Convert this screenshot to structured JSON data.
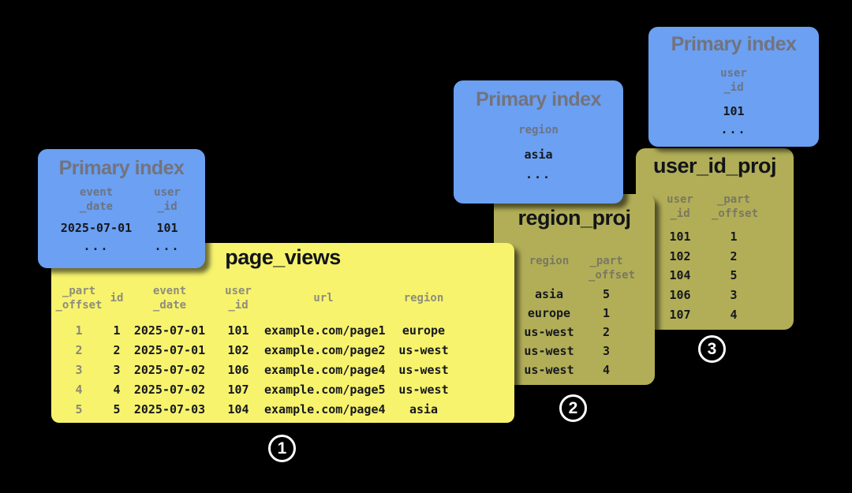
{
  "palette": {
    "background": "#000000",
    "primary_index_blue": "#6ba0f2",
    "base_table_yellow": "#f7f36d",
    "projection_olive": "#b2ae57",
    "muted_title_gray": "#73737d",
    "data_text": "#16181d",
    "badge_white": "#ffffff"
  },
  "pk_left": {
    "title": "Primary index",
    "columns": [
      {
        "header": "event\n_date",
        "value": "2025-07-01",
        "ellipsis": "..."
      },
      {
        "header": "user\n_id",
        "value": "101",
        "ellipsis": "..."
      }
    ]
  },
  "pk_region": {
    "title": "Primary index",
    "header": "region",
    "value": "asia",
    "ellipsis": "..."
  },
  "pk_user": {
    "title": "Primary index",
    "header": "user\n_id",
    "value": "101",
    "ellipsis": "..."
  },
  "page_views": {
    "title": "page_views",
    "headers": [
      "_part\n_offset",
      "id",
      "event\n_date",
      "user\n_id",
      "url",
      "region"
    ],
    "rows": [
      [
        "1",
        "1",
        "2025-07-01",
        "101",
        "example.com/page1",
        "europe"
      ],
      [
        "2",
        "2",
        "2025-07-01",
        "102",
        "example.com/page2",
        "us-west"
      ],
      [
        "3",
        "3",
        "2025-07-02",
        "106",
        "example.com/page4",
        "us-west"
      ],
      [
        "4",
        "4",
        "2025-07-02",
        "107",
        "example.com/page5",
        "us-west"
      ],
      [
        "5",
        "5",
        "2025-07-03",
        "104",
        "example.com/page4",
        "asia"
      ]
    ]
  },
  "region_proj": {
    "title": "region_proj",
    "headers": [
      "region",
      "_part\n_offset"
    ],
    "rows": [
      [
        "asia",
        "5"
      ],
      [
        "europe",
        "1"
      ],
      [
        "us-west",
        "2"
      ],
      [
        "us-west",
        "3"
      ],
      [
        "us-west",
        "4"
      ]
    ]
  },
  "user_id_proj": {
    "title": "user_id_proj",
    "headers": [
      "user\n_id",
      "_part\n_offset"
    ],
    "rows": [
      [
        "101",
        "1"
      ],
      [
        "102",
        "2"
      ],
      [
        "104",
        "5"
      ],
      [
        "106",
        "3"
      ],
      [
        "107",
        "4"
      ]
    ]
  },
  "badges": [
    "1",
    "2",
    "3"
  ]
}
